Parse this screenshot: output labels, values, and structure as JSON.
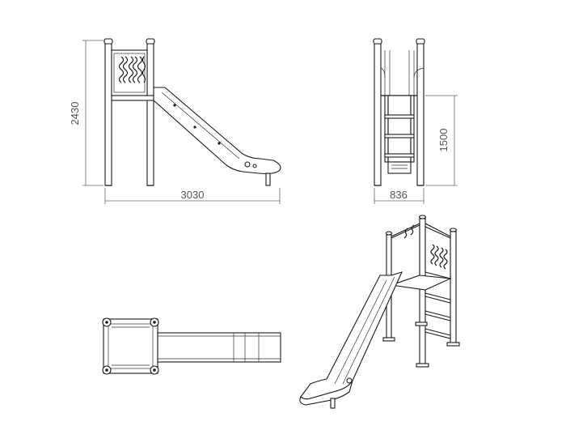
{
  "dimensions": {
    "side_height": "2430",
    "side_length": "3030",
    "front_width": "836",
    "front_platform_height": "1500"
  },
  "views": [
    "side-view",
    "front-view",
    "top-view",
    "isometric-view"
  ]
}
